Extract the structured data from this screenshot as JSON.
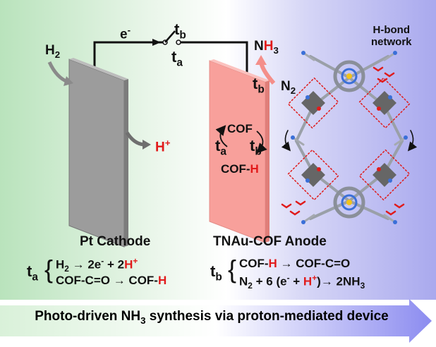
{
  "colors": {
    "green_bg": "#bfe6c1",
    "purple_bg": "#b3b3f0",
    "cathode": "#9a9a9a",
    "anode": "#f79a95",
    "red_text": "#e11b1b",
    "banner_left": "#d6f0d6",
    "banner_right": "#8f8ff2"
  },
  "labels": {
    "electron": "e",
    "electron_sup": "-",
    "switch_tb": "t",
    "switch_tb_sub": "b",
    "switch_ta": "t",
    "switch_ta_sub": "a",
    "h2": "H",
    "h2_sub": "2",
    "hplus": "H",
    "hplus_sup": "+",
    "nh3_n": "N",
    "nh3_h": "H",
    "nh3_sub": "3",
    "anode_tb": "t",
    "anode_tb_sub": "b",
    "n2": "N",
    "n2_sub": "2",
    "hbond_line1": "H-bond",
    "hbond_line2": "network",
    "cycle_cof": "COF",
    "cycle_cofh_prefix": "COF-",
    "cycle_cofh_h": "H",
    "cycle_ta": "t",
    "cycle_ta_sub": "a",
    "cycle_tb": "t",
    "cycle_tb_sub": "b",
    "cathode_name": "Pt Cathode",
    "anode_name": "TNAu-COF Anode"
  },
  "equations_left": {
    "t": "t",
    "t_sub": "a",
    "line1_a": "H",
    "line1_sub": "2",
    "line1_b": " → 2e",
    "line1_sup": "-",
    "line1_c": " + 2",
    "line1_red": "H",
    "line1_red_sup": "+",
    "line2_a": "COF-C=O → COF-",
    "line2_red": "H"
  },
  "equations_right": {
    "t": "t",
    "t_sub": "b",
    "line1_a": "COF-",
    "line1_red": "H",
    "line1_b": " → COF-C=O",
    "line2_a": "N",
    "line2_sub1": "2",
    "line2_b": " + 6 (e",
    "line2_sup": "-",
    "line2_c": " + ",
    "line2_red": "H",
    "line2_red_sup": "+",
    "line2_d": ")→ 2NH",
    "line2_sub2": "3"
  },
  "banner": {
    "pre": "Photo-driven NH",
    "sub": "3",
    "post": " synthesis via proton-mediated device"
  }
}
